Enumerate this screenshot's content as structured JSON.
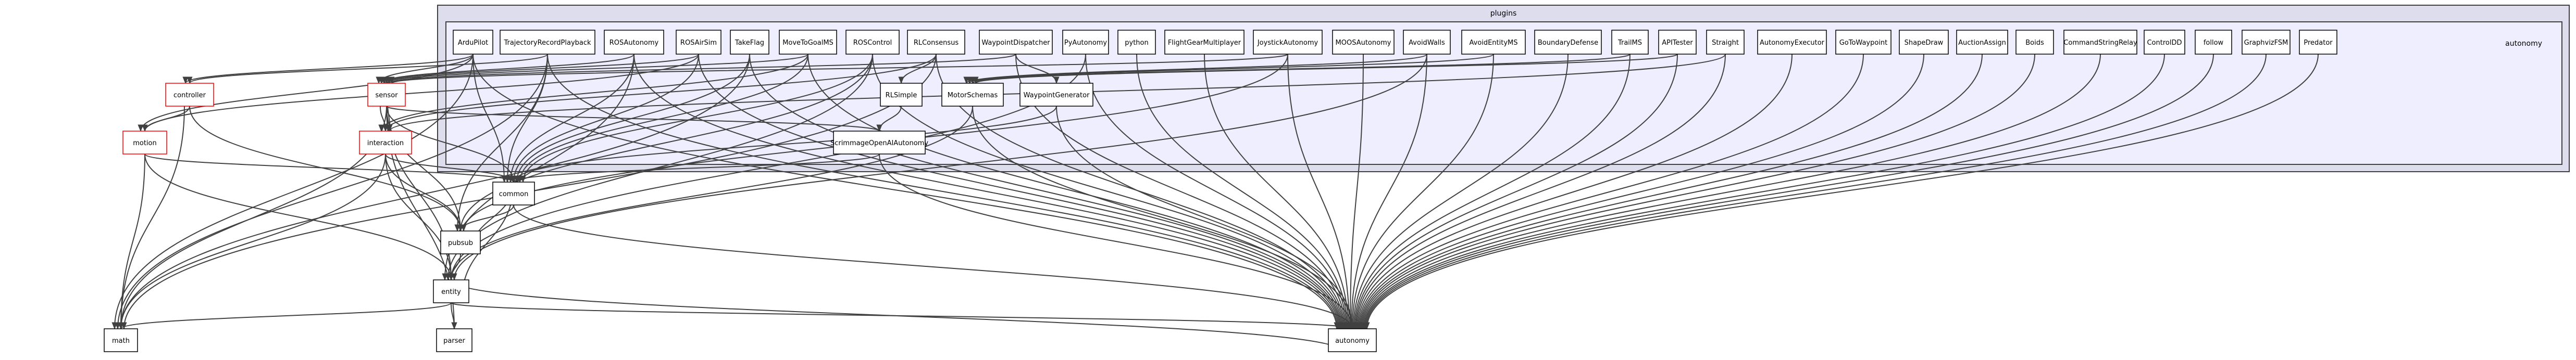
{
  "outer_cluster": {
    "label": "plugins"
  },
  "inner_cluster": {
    "label": "autonomy"
  },
  "colors": {
    "outer_fill": "#ddddee",
    "inner_fill": "#eeeeff",
    "cluster_stroke": "#404040",
    "node_stroke": "#000000",
    "highlight_stroke": "#ff0000",
    "edge": "#404040"
  },
  "plugin_nodes": [
    "ArduPilot",
    "TrajectoryRecordPlayback",
    "ROSAutonomy",
    "ROSAirSim",
    "TakeFlag",
    "MoveToGoalMS",
    "ROSControl",
    "RLConsensus",
    "WaypointDispatcher",
    "PyAutonomy",
    "python",
    "FlightGearMultiplayer",
    "JoystickAutonomy",
    "MOOSAutonomy",
    "AvoidWalls",
    "AvoidEntityMS",
    "BoundaryDefense",
    "TrailMS",
    "APITester",
    "Straight",
    "AutonomyExecutor",
    "GoToWaypoint",
    "ShapeDraw",
    "AuctionAssign",
    "Boids",
    "CommandStringRelay",
    "ControlDD",
    "follow",
    "GraphvizFSM",
    "Predator"
  ],
  "middle_nodes": [
    "RLSimple",
    "MotorSchemas",
    "WaypointGenerator",
    "ScrimmageOpenAIAutonomy"
  ],
  "external_nodes": {
    "controller": "controller",
    "sensor": "sensor",
    "motion": "motion",
    "interaction": "interaction",
    "common": "common",
    "pubsub": "pubsub",
    "entity": "entity",
    "math": "math",
    "parser": "parser",
    "autonomy": "autonomy"
  }
}
